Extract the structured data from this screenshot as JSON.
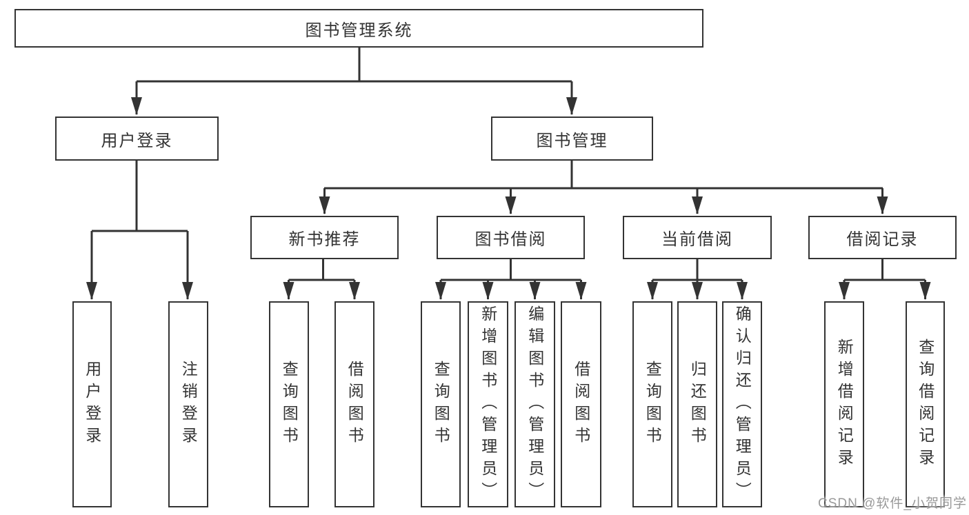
{
  "diagram": {
    "root": {
      "label": "图书管理系统"
    },
    "level2": [
      {
        "label": "用户登录"
      },
      {
        "label": "图书管理"
      }
    ],
    "level3": [
      {
        "label": "新书推荐",
        "parent": "图书管理"
      },
      {
        "label": "图书借阅",
        "parent": "图书管理"
      },
      {
        "label": "当前借阅",
        "parent": "图书管理"
      },
      {
        "label": "借阅记录",
        "parent": "图书管理"
      }
    ],
    "leaves": [
      {
        "label": "用户登录",
        "parent": "用户登录"
      },
      {
        "label": "注销登录",
        "parent": "用户登录"
      },
      {
        "label": "查询图书",
        "parent": "新书推荐"
      },
      {
        "label": "借阅图书",
        "parent": "新书推荐"
      },
      {
        "label": "查询图书",
        "parent": "图书借阅"
      },
      {
        "label": "新增图书（管理员）",
        "parent": "图书借阅"
      },
      {
        "label": "编辑图书（管理员）",
        "parent": "图书借阅"
      },
      {
        "label": "借阅图书",
        "parent": "图书借阅"
      },
      {
        "label": "查询图书",
        "parent": "当前借阅"
      },
      {
        "label": "归还图书",
        "parent": "当前借阅"
      },
      {
        "label": "确认归还（管理员）",
        "parent": "当前借阅"
      },
      {
        "label": "新增借阅记录",
        "parent": "借阅记录"
      },
      {
        "label": "查询借阅记录",
        "parent": "借阅记录"
      }
    ]
  },
  "watermark": "CSDN @软件_小贺同学",
  "colors": {
    "line": "#333333",
    "text": "#333333",
    "background": "#ffffff",
    "watermark": "#949494"
  }
}
